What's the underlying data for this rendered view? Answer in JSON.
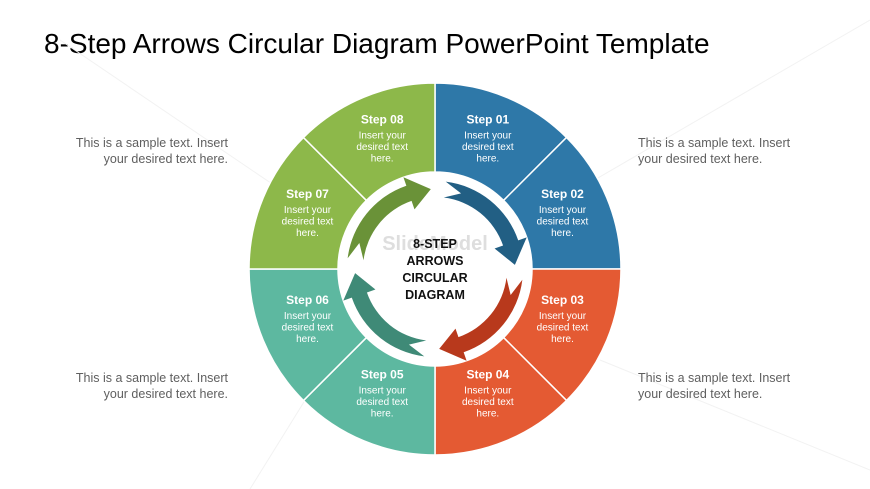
{
  "title": "8-Step Arrows Circular Diagram PowerPoint Template",
  "side_texts": {
    "top_left": [
      "This is a sample text. Insert",
      "your desired text here."
    ],
    "bottom_left": [
      "This is a sample text. Insert",
      "your desired text here."
    ],
    "top_right": [
      "This is a sample text. Insert",
      "your desired text here."
    ],
    "bottom_right": [
      "This is a sample text. Insert",
      "your desired text here."
    ]
  },
  "center": {
    "lines": [
      "8-STEP",
      "ARROWS",
      "CIRCULAR",
      "DIAGRAM"
    ]
  },
  "watermark": "SlideModel",
  "steps": [
    {
      "label": "Step 01",
      "text": [
        "Insert your",
        "desired text",
        "here."
      ],
      "color": "#2e78a8"
    },
    {
      "label": "Step 02",
      "text": [
        "Insert your",
        "desired text",
        "here."
      ],
      "color": "#2e78a8"
    },
    {
      "label": "Step 03",
      "text": [
        "Insert your",
        "desired text",
        "here."
      ],
      "color": "#e45a33"
    },
    {
      "label": "Step 04",
      "text": [
        "Insert your",
        "desired text",
        "here."
      ],
      "color": "#e45a33"
    },
    {
      "label": "Step 05",
      "text": [
        "Insert your",
        "desired text",
        "here."
      ],
      "color": "#5db8a0"
    },
    {
      "label": "Step 06",
      "text": [
        "Insert your",
        "desired text",
        "here."
      ],
      "color": "#5db8a0"
    },
    {
      "label": "Step 07",
      "text": [
        "Insert your",
        "desired text",
        "here."
      ],
      "color": "#8db84a"
    },
    {
      "label": "Step 08",
      "text": [
        "Insert your",
        "desired text",
        "here."
      ],
      "color": "#8db84a"
    }
  ],
  "arrows": [
    {
      "name": "blue-arrow",
      "color": "#225f84"
    },
    {
      "name": "red-arrow",
      "color": "#b8391c"
    },
    {
      "name": "teal-arrow",
      "color": "#3f8a77"
    },
    {
      "name": "green-arrow",
      "color": "#6a9238"
    }
  ]
}
